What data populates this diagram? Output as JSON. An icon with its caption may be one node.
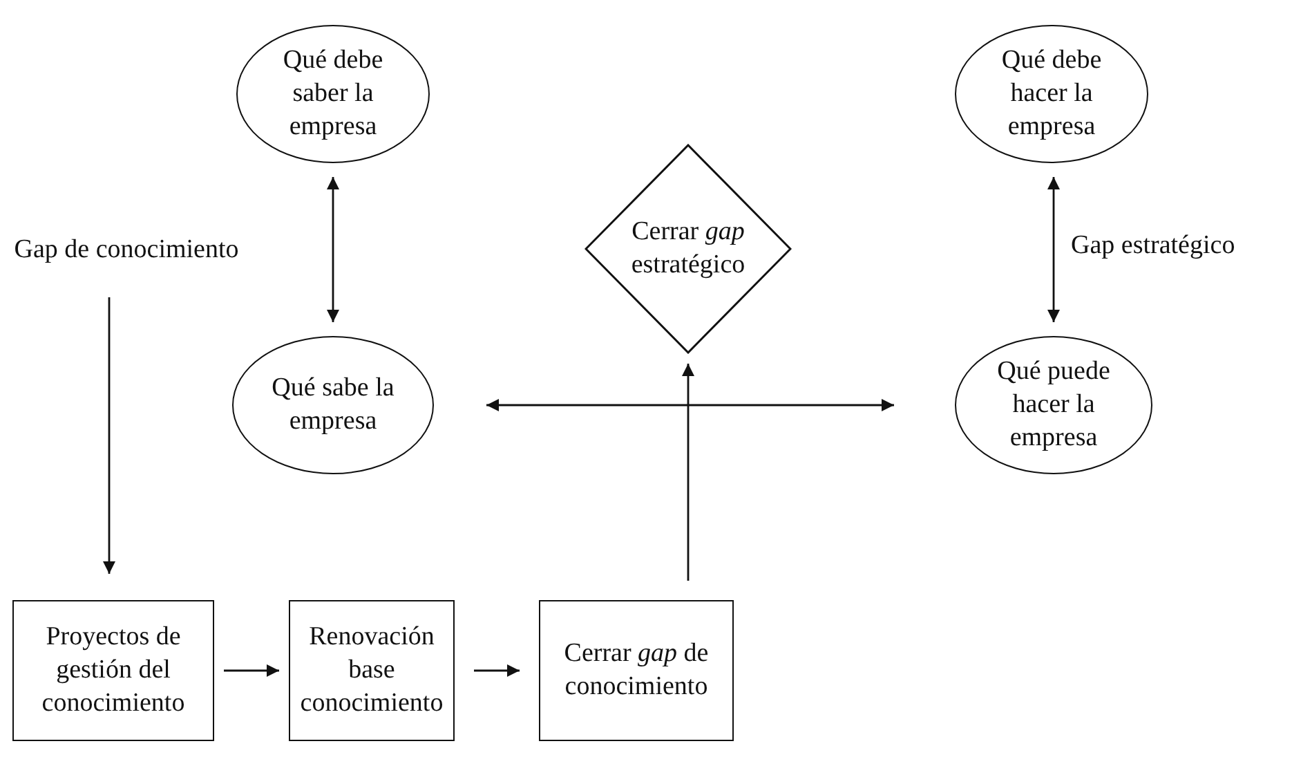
{
  "diagram": {
    "nodes": [
      {
        "text": [
          "Qué debe saber la empresa"
        ]
      },
      {
        "text": [
          "Qué debe hacer la empresa"
        ]
      },
      {
        "text": [
          "Cerrar *gap* estratégico"
        ]
      },
      {
        "text": [
          "Qué sabe la empresa"
        ]
      },
      {
        "text": [
          "Qué puede hacer la empresa"
        ]
      },
      {
        "text": [
          "Gap de conocimiento"
        ]
      },
      {
        "text": [
          "Proyectos de gestión del conocimiento"
        ]
      },
      {
        "text": [
          "Renovación base conocimiento"
        ]
      },
      {
        "text": [
          "Cerrar *gap* de conocimiento"
        ]
      }
    ],
    "edges": [
      {
        "from": 0,
        "to": 3,
        "arrow": "both"
      },
      {
        "from": 1,
        "to": 4,
        "arrow": "both"
      },
      {
        "from": 3,
        "to": 4,
        "arrow": "both"
      },
      {
        "from": 8,
        "to": 2,
        "arrow": "to"
      },
      {
        "from": 5,
        "to": 6,
        "arrow": "to"
      },
      {
        "from": 6,
        "to": 7,
        "arrow": "to"
      },
      {
        "from": 7,
        "to": 8,
        "arrow": "to"
      }
    ],
    "labels": [
      "Gap estratégico"
    ]
  }
}
